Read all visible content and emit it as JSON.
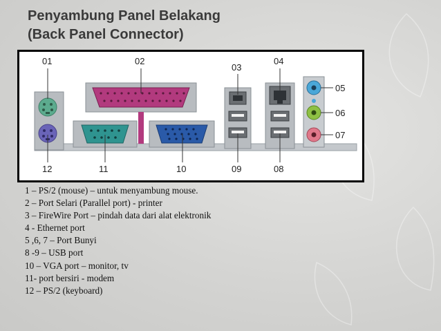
{
  "title": {
    "line1": "Penyambung Panel Belakang",
    "line2": "(Back Panel Connector)"
  },
  "diagram": {
    "labels": {
      "p01": "01",
      "p02": "02",
      "p03": "03",
      "p04": "04",
      "p05": "05",
      "p06": "06",
      "p07": "07",
      "p08": "08",
      "p09": "09",
      "p10": "10",
      "p11": "11",
      "p12": "12"
    },
    "colors": {
      "ps2_mouse": "#5cab8e",
      "ps2_keyboard": "#6a64b8",
      "parallel": "#b23a7e",
      "serial": "#2f9490",
      "vga": "#2a5aa8",
      "audio_line_in": "#4aa7d8",
      "audio_line_out": "#8ec044",
      "audio_mic": "#e0788a",
      "metal": "#b8bcc0"
    }
  },
  "legend": [
    "1 – PS/2 (mouse) – untuk menyambung mouse.",
    "2 – Port Selari (Parallel port) - printer",
    "3 – FireWire Port – pindah data dari alat elektronik",
    "4 - Ethernet port",
    "5 ,6, 7 – Port Bunyi",
    "8 -9 – USB port",
    "10 – VGA port – monitor, tv",
    "11- port bersiri - modem",
    "12 – PS/2 (keyboard)"
  ]
}
